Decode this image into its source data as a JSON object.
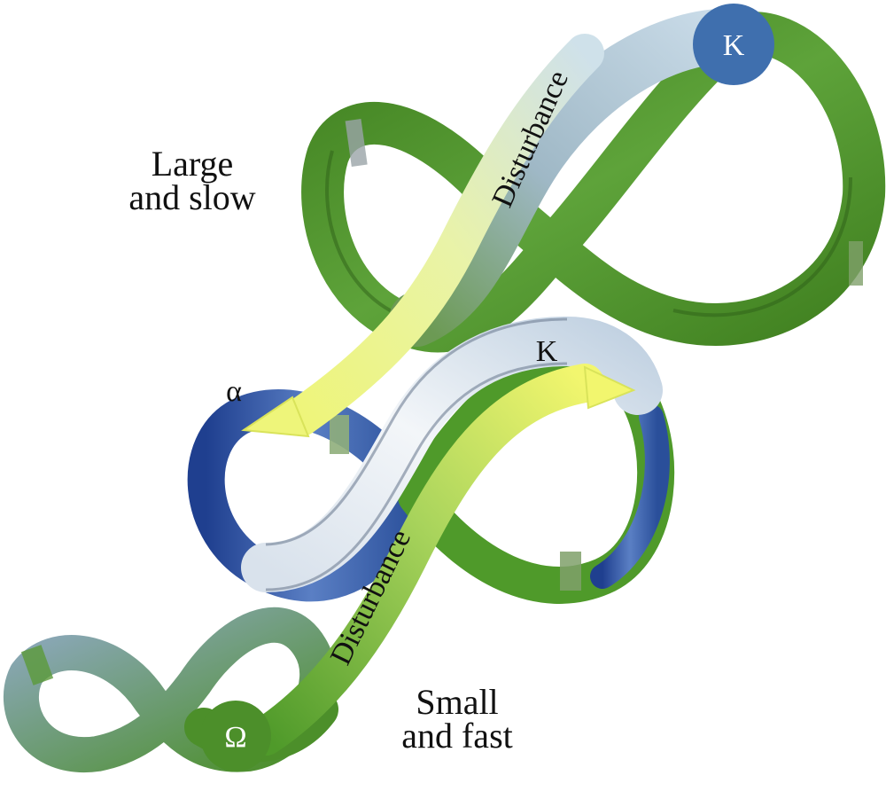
{
  "labels": {
    "large_line1": "Large",
    "large_line2": "and slow",
    "small_line1": "Small",
    "small_line2": "and fast",
    "disturbance_top": "Disturbance",
    "disturbance_bottom": "Disturbance",
    "k_top": "K",
    "k_middle": "K",
    "alpha": "α",
    "omega": "Ω"
  },
  "colors": {
    "green_dark": "#3f7f1f",
    "green": "#4f9a2a",
    "green_light": "#8cc63f",
    "blue_dark": "#2a4f9a",
    "blue_pale": "#c9dbe8",
    "blue_gray": "#8fa9c2",
    "white_band": "#eef2f6",
    "yellow": "#eef57a",
    "node_blue": "#3f6fae"
  }
}
